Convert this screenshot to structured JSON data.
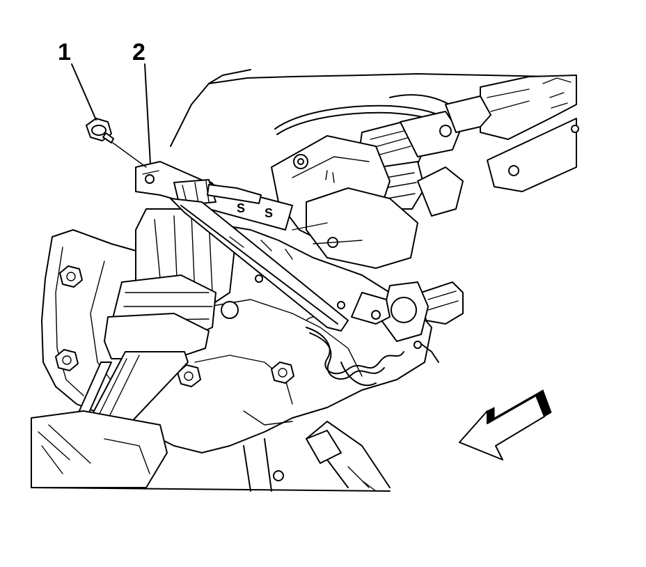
{
  "callouts": [
    {
      "label": "1",
      "target": "bolt"
    },
    {
      "label": "2",
      "target": "bracket"
    }
  ],
  "colors": {
    "ink": "#000000",
    "paper": "#ffffff"
  }
}
